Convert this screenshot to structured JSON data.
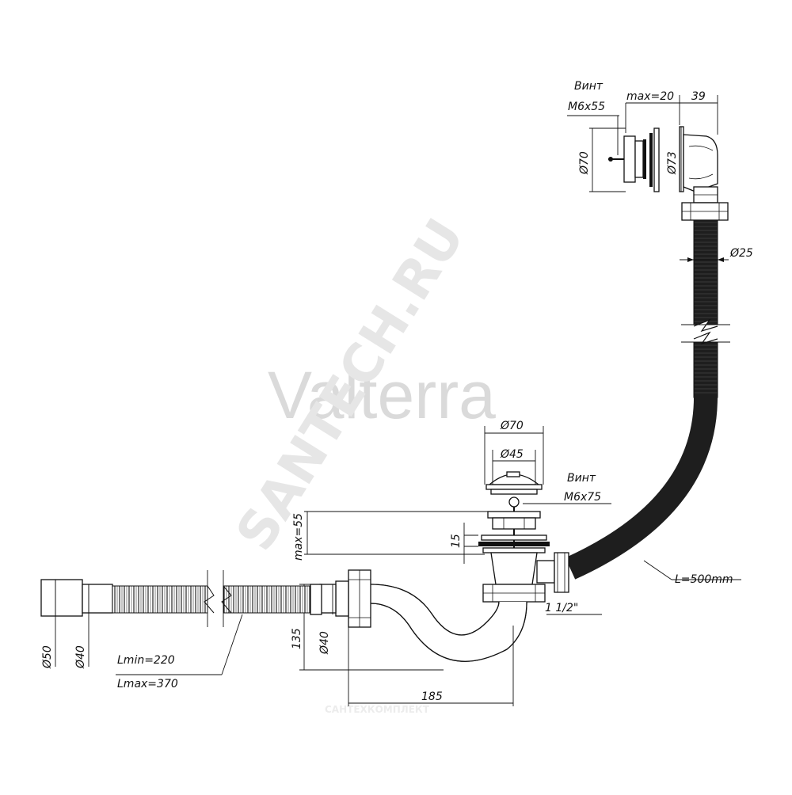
{
  "watermarks": {
    "brand": "Valterra",
    "site": "SANTECH.RU",
    "footer": "САНТЕХКОМПЛЕКТ"
  },
  "labels": {
    "overflow_screw_word": "Винт",
    "overflow_screw_size": "M6x55",
    "overflow_max": "max=20",
    "overflow_depth": "39",
    "overflow_d70": "Ø70",
    "overflow_d73": "Ø73",
    "hose_d25": "Ø25",
    "drain_d70": "Ø70",
    "drain_d45": "Ø45",
    "drain_screw_word": "Винт",
    "drain_screw_size": "M6x75",
    "drain_max55": "max=55",
    "drain_15": "15",
    "thread": "1 1/2\"",
    "hose_length": "L=500mm",
    "trap_135": "135",
    "trap_d40": "Ø40",
    "trap_185": "185",
    "corr_d50": "Ø50",
    "corr_d40": "Ø40",
    "corr_lmin": "Lmin=220",
    "corr_lmax": "Lmax=370"
  },
  "colors": {
    "line": "#111111",
    "hose": "#1e1e1e",
    "watermark": "#bdbdbd"
  }
}
